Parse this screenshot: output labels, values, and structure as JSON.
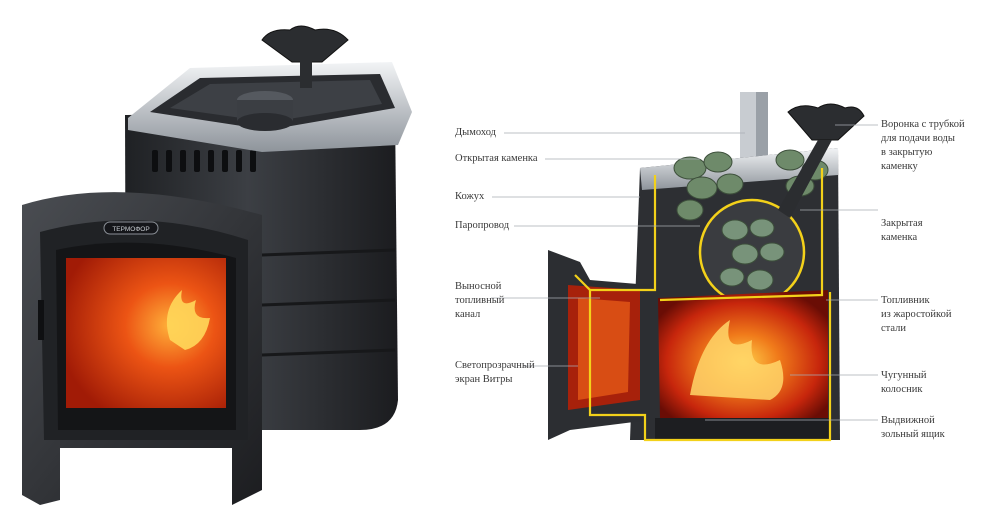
{
  "product": {
    "brand_plate": "ТЕРМОФОР"
  },
  "labels_left": [
    {
      "id": "chimney",
      "text": "Дымоход"
    },
    {
      "id": "open-stones",
      "text": "Открытая каменка"
    },
    {
      "id": "casing",
      "text": "Кожух"
    },
    {
      "id": "steam-duct",
      "text": "Паропровод"
    },
    {
      "id": "fuel-channel",
      "text": "Выносной\nтопливный\nканал"
    },
    {
      "id": "vitra-screen",
      "text": "Светопрозрачный\nэкран Витры"
    }
  ],
  "labels_right": [
    {
      "id": "funnel",
      "text": "Воронка с трубкой\nдля подачи воды\nв закрытую\nкаменку"
    },
    {
      "id": "closed-stones",
      "text": "Закрытая\nкаменка"
    },
    {
      "id": "firebox",
      "text": "Топливник\nиз жаростойкой\nстали"
    },
    {
      "id": "grate",
      "text": "Чугунный\nколосник"
    },
    {
      "id": "ash-box",
      "text": "Выдвижной\nзольный ящик"
    }
  ],
  "colors": {
    "body": "#2e3033",
    "steel": "#c9cdd2",
    "fire": "#e8480f",
    "outline": "#f3d11a"
  }
}
